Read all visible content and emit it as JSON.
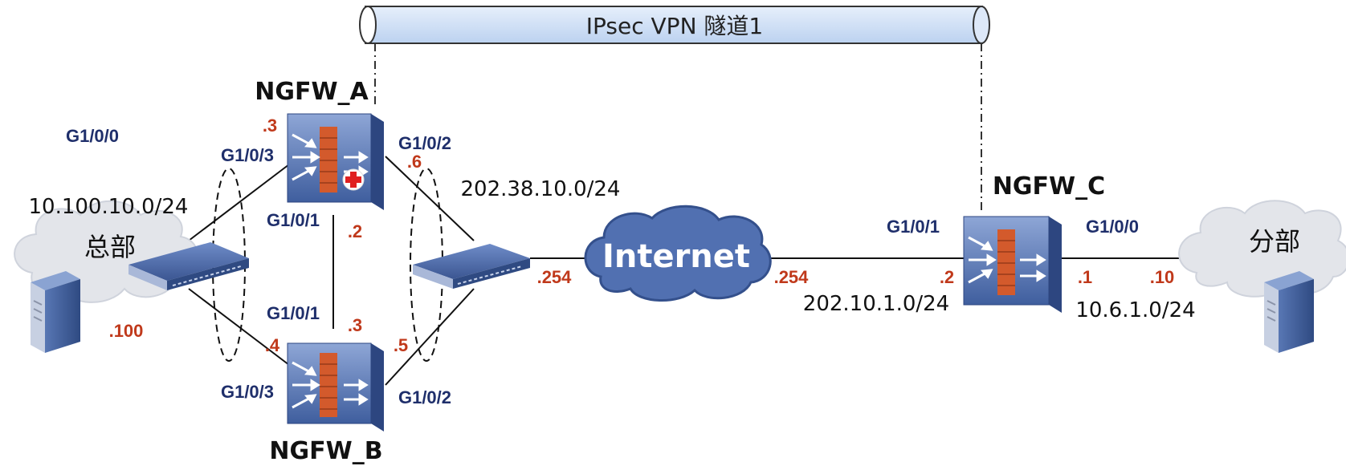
{
  "tunnel": {
    "label": "IPsec  VPN 隧道1"
  },
  "devices": {
    "ngfw_a": "NGFW_A",
    "ngfw_b": "NGFW_B",
    "ngfw_c": "NGFW_C",
    "internet": "Internet"
  },
  "sites": {
    "hq": "总部",
    "branch": "分部"
  },
  "networks": {
    "hq_subnet": "10.100.10.0/24",
    "upstream_subnet": "202.38.10.0/24",
    "c_wan_subnet": "202.10.1.0/24",
    "branch_subnet": "10.6.1.0/24"
  },
  "interfaces": {
    "hq_g000": "G1/0/0",
    "a_g103": "G1/0/3",
    "a_g102": "G1/0/2",
    "a_g101": "G1/0/1",
    "b_g101": "G1/0/1",
    "b_g103": "G1/0/3",
    "b_g102": "G1/0/2",
    "c_g101": "G1/0/1",
    "c_g100": "G1/0/0"
  },
  "addresses": {
    "a_g103": ".3",
    "a_g102": ".6",
    "a_g101": ".2",
    "b_g101": ".3",
    "b_g103": ".4",
    "b_g102": ".5",
    "hq_server": ".100",
    "upstream_gw": ".254",
    "isp_gw": ".254",
    "c_g101": ".2",
    "c_g100": ".1",
    "branch_server": ".10"
  },
  "colors": {
    "tunnel_fill": "#cfe0f6",
    "device_blue": "#4a6bb0",
    "firewall_brick": "#d35a2c",
    "label_blue": "#1f2f6b",
    "label_red": "#c0391b",
    "cloud_gray": "#e3e5ea",
    "internet_blue": "#5170b1"
  }
}
